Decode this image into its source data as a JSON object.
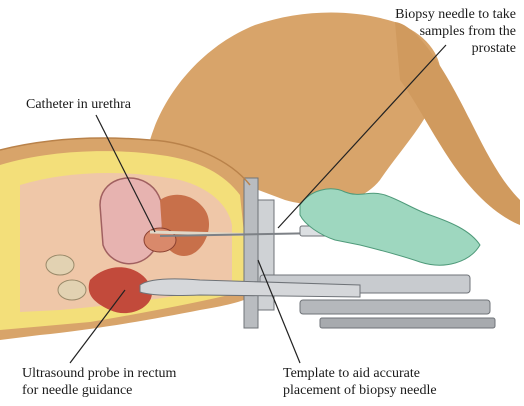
{
  "labels": {
    "needle": [
      "Biopsy needle to take",
      "samples from the",
      "prostate"
    ],
    "catheter": [
      "Catheter in urethra"
    ],
    "probe": [
      "Ultrasound probe in rectum",
      "for needle guidance"
    ],
    "template": [
      "Template to aid accurate",
      "placement of biopsy needle"
    ]
  },
  "colors": {
    "skin": "#d8a46a",
    "skin_dark": "#b9824a",
    "fat": "#f3df7a",
    "organ_pink": "#e7b3b0",
    "organ_red": "#c24a3b",
    "glove": "#9ed7bf",
    "metal": "#b9bcc0",
    "leader": "#222222"
  }
}
